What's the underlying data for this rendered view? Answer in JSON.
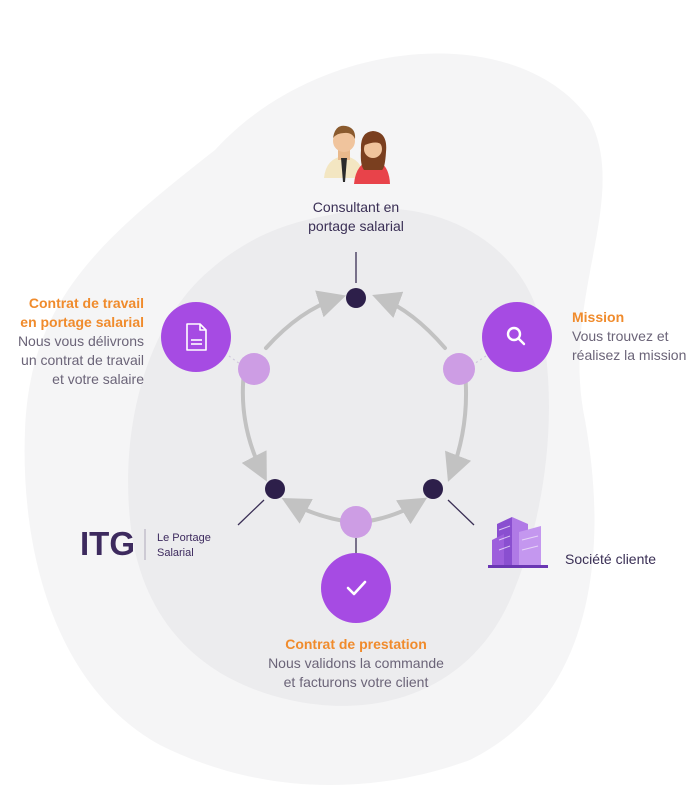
{
  "consultant": {
    "line1": "Consultant en",
    "line2": "portage salarial"
  },
  "contrat_travail": {
    "title1": "Contrat de travail",
    "title2": "en portage salarial",
    "desc1": "Nous vous délivrons",
    "desc2": "un contrat de travail",
    "desc3": "et votre salaire"
  },
  "mission": {
    "title": "Mission",
    "desc1": "Vous trouvez et",
    "desc2": "réalisez la mission"
  },
  "itg": {
    "logo": "ITG",
    "tag1": "Le Portage",
    "tag2": "Salarial"
  },
  "societe": {
    "label": "Société cliente"
  },
  "contrat_prestation": {
    "title": "Contrat de prestation",
    "desc1": "Nous validons la commande",
    "desc2": "et facturons votre client"
  },
  "colors": {
    "accent_orange": "#f08b2c",
    "purple": "#a64be3",
    "light_purple": "#cd9de4",
    "node_dark": "#2d1f4a"
  },
  "icons": [
    "people-icon",
    "document-icon",
    "search-icon",
    "building-icon",
    "check-icon"
  ]
}
